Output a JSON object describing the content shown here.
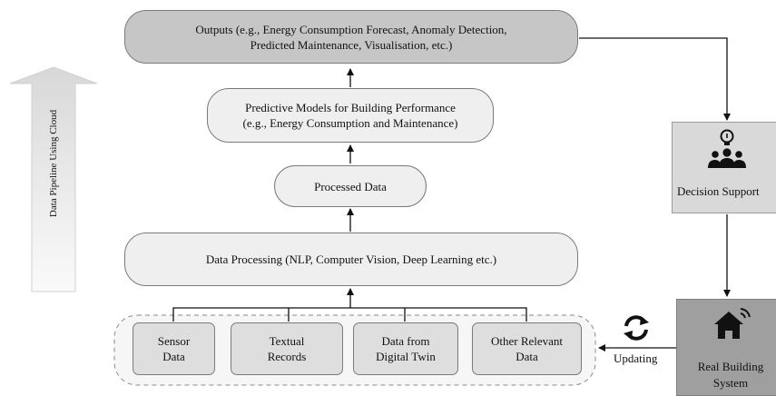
{
  "pipeline_label": "Data Pipeline Using Cloud",
  "outputs": {
    "line1": "Outputs (e.g., Energy Consumption Forecast, Anomaly Detection,",
    "line2": "Predicted Maintenance, Visualisation, etc.)"
  },
  "predictive": {
    "line1": "Predictive Models for Building Performance",
    "line2": "(e.g., Energy Consumption and Maintenance)"
  },
  "processed": "Processed Data",
  "processing": "Data Processing (NLP, Computer Vision, Deep Learning etc.)",
  "sources": [
    {
      "line1": "Sensor",
      "line2": "Data"
    },
    {
      "line1": "Textual",
      "line2": "Records"
    },
    {
      "line1": "Data from",
      "line2": "Digital Twin"
    },
    {
      "line1": "Other Relevant",
      "line2": "Data"
    }
  ],
  "decision_support": "Decision Support",
  "real_building": {
    "line1": "Real Building",
    "line2": "System"
  },
  "updating": "Updating",
  "icons": [
    "lightbulb-icon",
    "team-icon",
    "house-wifi-icon",
    "refresh-cycle-icon",
    "up-arrow-icon"
  ]
}
